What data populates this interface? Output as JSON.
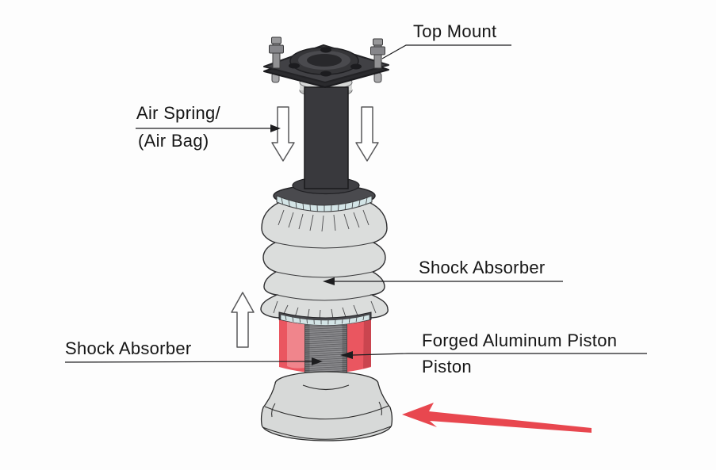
{
  "labels": {
    "top_mount": "Top Mount",
    "air_spring_line1": "Air Spring/",
    "air_spring_line2": "(Air Bag)",
    "shock_absorber_right": "Shock Absorber",
    "shock_absorber_left": "Shock Absorber",
    "piston_line1": "Forged Aluminum Piston",
    "piston_line2": "Piston"
  },
  "colors": {
    "piston_highlight_red": "#ea5660",
    "pointer_arrow_red": "#e8474f",
    "component_dark": "#3d3d40",
    "bellows_gray": "#dbdddc",
    "clamp_ring_blue": "#d3e4e6",
    "base_gray": "#d7d9d8"
  }
}
